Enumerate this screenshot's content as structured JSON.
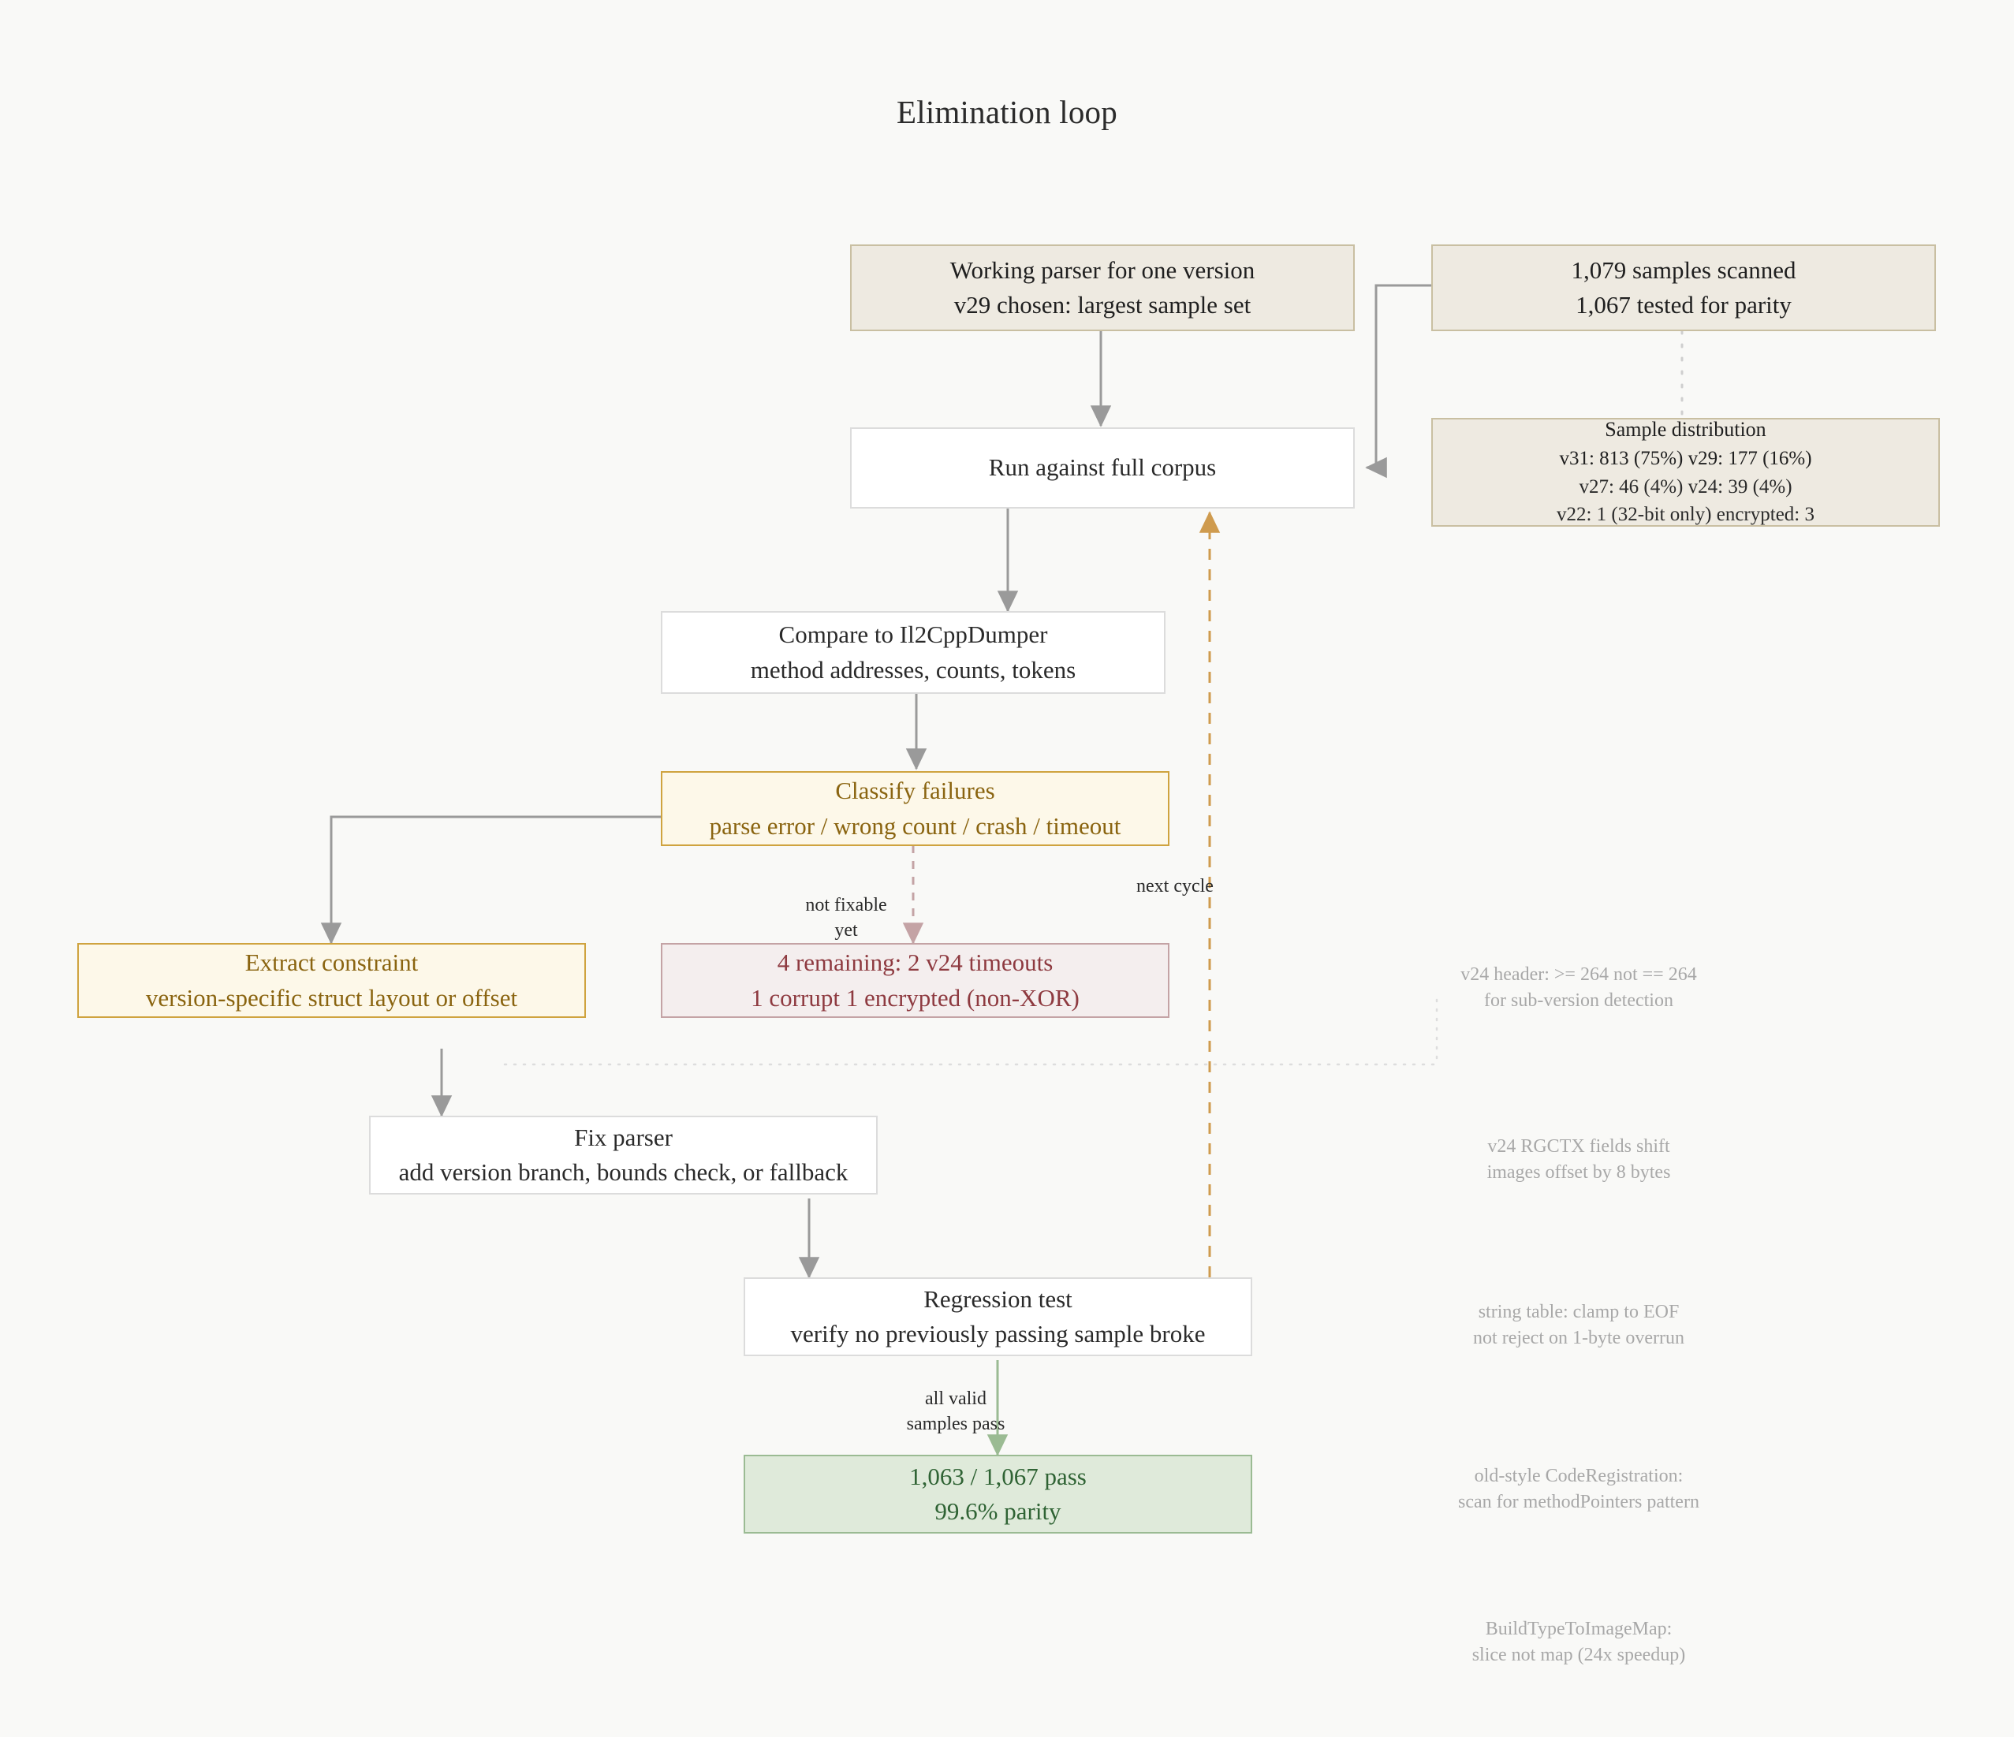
{
  "diagram": {
    "title": "Elimination loop",
    "nodes": {
      "working_parser": {
        "line1": "Working parser for one version",
        "line2": "v29 chosen: largest sample set"
      },
      "samples_scanned": {
        "line1": "1,079 samples scanned",
        "line2": "1,067 tested for parity"
      },
      "run_corpus": {
        "line1": "Run against full corpus"
      },
      "sample_distribution": {
        "line1": "Sample distribution",
        "line2": "v31: 813 (75%)   v29: 177 (16%)",
        "line3": "v27: 46 (4%)   v24: 39 (4%)",
        "line4": "v22: 1 (32-bit only)   encrypted: 3"
      },
      "compare_dumper": {
        "line1": "Compare to Il2CppDumper",
        "line2": "method addresses, counts, tokens"
      },
      "classify_failures": {
        "line1": "Classify failures",
        "line2": "parse error / wrong count / crash / timeout"
      },
      "extract_constraint": {
        "line1": "Extract constraint",
        "line2": "version-specific struct layout or offset"
      },
      "remaining": {
        "line1": "4 remaining: 2 v24 timeouts",
        "line2": "1 corrupt   1 encrypted (non-XOR)"
      },
      "fix_parser": {
        "line1": "Fix parser",
        "line2": "add version branch, bounds check, or fallback"
      },
      "regression_test": {
        "line1": "Regression test",
        "line2": "verify no previously passing sample broke"
      },
      "result": {
        "line1": "1,063 / 1,067 pass",
        "line2": "99.6% parity"
      }
    },
    "edge_labels": {
      "not_fixable_yet": "not fixable\nyet",
      "next_cycle": "next cycle",
      "all_valid_samples_pass": "all valid\nsamples pass"
    },
    "notes": [
      "v24 header: >= 264 not == 264\nfor sub-version detection",
      "v24 RGCTX fields shift\nimages offset by 8 bytes",
      "string table: clamp to EOF\nnot reject on 1-byte overrun",
      "old-style CodeRegistration:\nscan for methodPointers pattern",
      "BuildTypeToImageMap:\nslice not map (24x speedup)"
    ],
    "colors": {
      "background": "#f9f9f7",
      "beige_fill": "#eeeae1",
      "beige_border": "#c9bfa2",
      "amber_fill": "#fdf8e9",
      "amber_border": "#cfa33f",
      "amber_text": "#8a6410",
      "pink_fill": "#f4eeee",
      "pink_border": "#c4a3a5",
      "pink_text": "#8e3a40",
      "green_fill": "#dfeada",
      "green_border": "#9bbb93",
      "green_text": "#2f6334",
      "wire_grey": "#9a9a9a",
      "wire_orange": "#cf9b4e",
      "note_grey": "#a8a8a8"
    }
  }
}
